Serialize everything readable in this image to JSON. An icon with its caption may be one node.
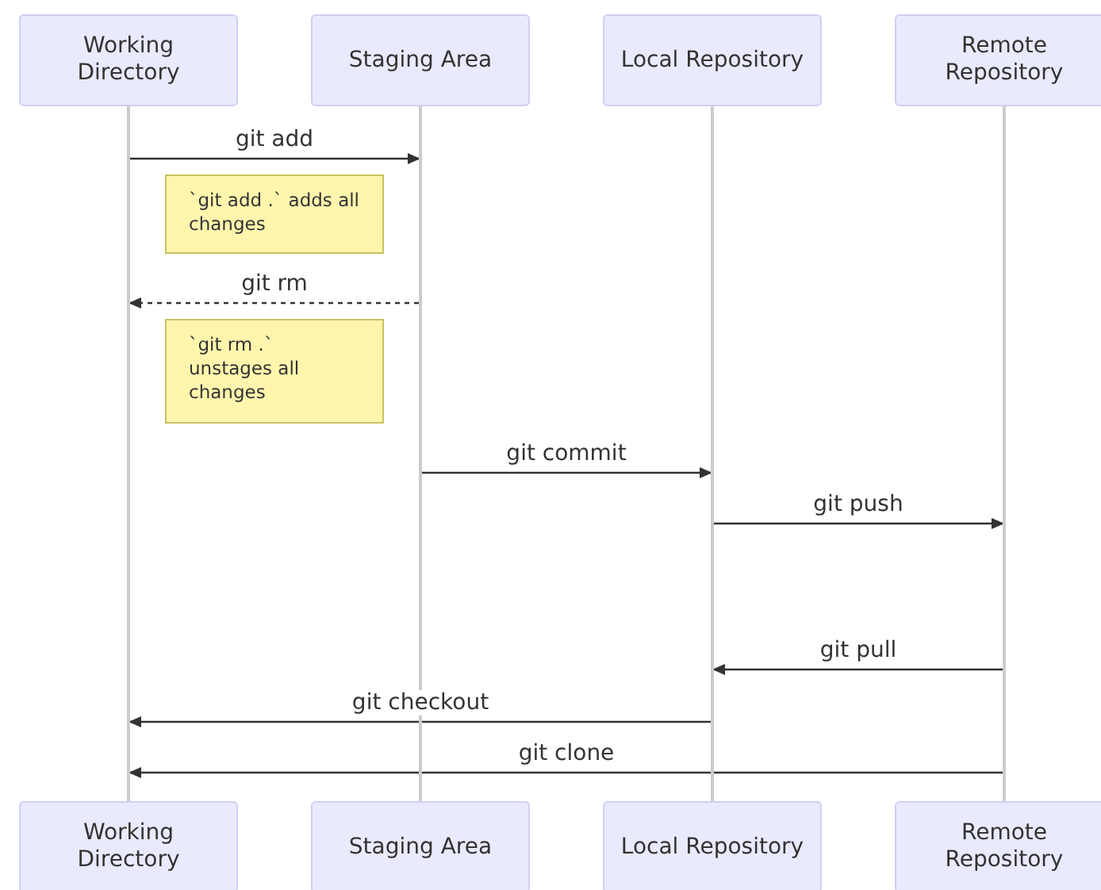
{
  "diagram": {
    "nodes": [
      {
        "text": [
          "Working Directory"
        ]
      },
      {
        "text": [
          "Staging Area"
        ]
      },
      {
        "text": [
          "Local Repository"
        ]
      },
      {
        "text": [
          "Remote Repository"
        ]
      },
      {
        "text": [
          "Working Directory"
        ]
      },
      {
        "text": [
          "Staging Area"
        ]
      },
      {
        "text": [
          "Local Repository"
        ]
      },
      {
        "text": [
          "Remote Repository"
        ]
      },
      {
        "text": [],
        "shape": "line"
      },
      {
        "text": [],
        "shape": "line"
      },
      {
        "text": [],
        "shape": "line"
      },
      {
        "text": [],
        "shape": "line"
      },
      {
        "text": [
          "`git add .` adds all changes"
        ]
      },
      {
        "text": [
          "`git rm .` unstages all changes"
        ]
      }
    ],
    "edges": [
      {
        "from": 8,
        "to": 9,
        "arrow": "to",
        "label": "git add"
      },
      {
        "from": 9,
        "to": 8,
        "arrow": "to",
        "label": "git rm",
        "style": "dashed"
      },
      {
        "from": 9,
        "to": 10,
        "arrow": "to",
        "label": "git commit"
      },
      {
        "from": 10,
        "to": 11,
        "arrow": "to",
        "label": "git push"
      },
      {
        "from": 11,
        "to": 10,
        "arrow": "to",
        "label": "git pull"
      },
      {
        "from": 10,
        "to": 8,
        "arrow": "to",
        "label": "git checkout"
      },
      {
        "from": 11,
        "to": 8,
        "arrow": "to",
        "label": "git clone"
      }
    ]
  }
}
